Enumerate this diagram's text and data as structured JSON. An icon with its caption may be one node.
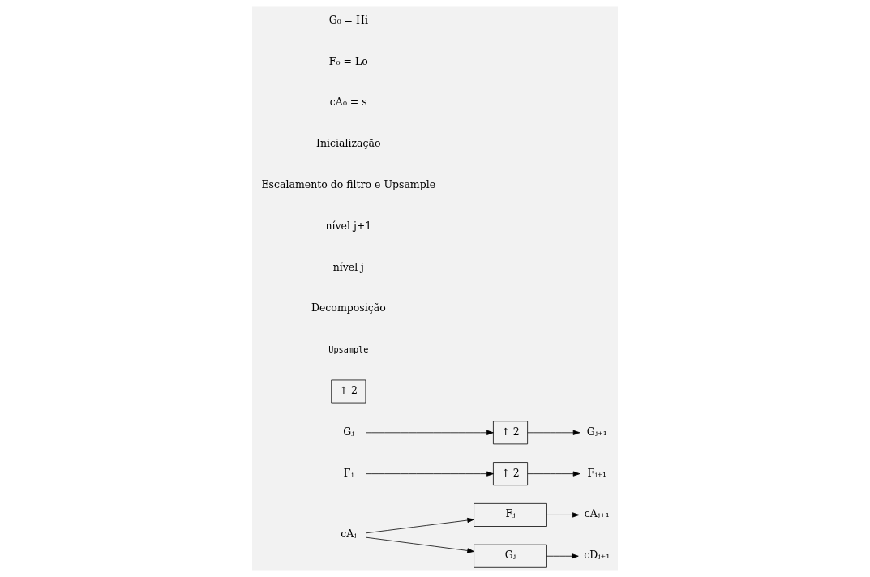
{
  "diagram": {
    "nodes": [
      {
        "text": [
          "cAⱼ"
        ]
      },
      {
        "text": [
          "Fⱼ"
        ]
      },
      {
        "text": [
          "Gⱼ"
        ]
      },
      {
        "text": [
          "cAⱼ₊₁"
        ]
      },
      {
        "text": [
          "cDⱼ₊₁"
        ]
      },
      {
        "text": [
          "Fⱼ"
        ]
      },
      {
        "text": [
          "↑ 2"
        ]
      },
      {
        "text": [
          "Fⱼ₊₁"
        ]
      },
      {
        "text": [
          "Gⱼ"
        ]
      },
      {
        "text": [
          "↑ 2"
        ]
      },
      {
        "text": [
          "Gⱼ₊₁"
        ]
      },
      {
        "text": [
          "↑ 2"
        ],
        "beside": [
          "Upsample"
        ]
      }
    ],
    "edges": [
      {
        "from": 0,
        "to": 1,
        "arrow": "to"
      },
      {
        "from": 0,
        "to": 2,
        "arrow": "to"
      },
      {
        "from": 1,
        "to": 3,
        "arrow": "to"
      },
      {
        "from": 2,
        "to": 4,
        "arrow": "to"
      },
      {
        "from": 5,
        "to": 6,
        "arrow": "to"
      },
      {
        "from": 6,
        "to": 7,
        "arrow": "to"
      },
      {
        "from": 8,
        "to": 9,
        "arrow": "to"
      },
      {
        "from": 9,
        "to": 10,
        "arrow": "to"
      }
    ],
    "labels": [
      "Decomposição",
      "nível j",
      "nível j+1",
      "Escalamento do filtro e Upsample",
      "Inicialização",
      "cA₀ = s",
      "F₀ = Lo",
      "G₀ = Hi"
    ]
  }
}
